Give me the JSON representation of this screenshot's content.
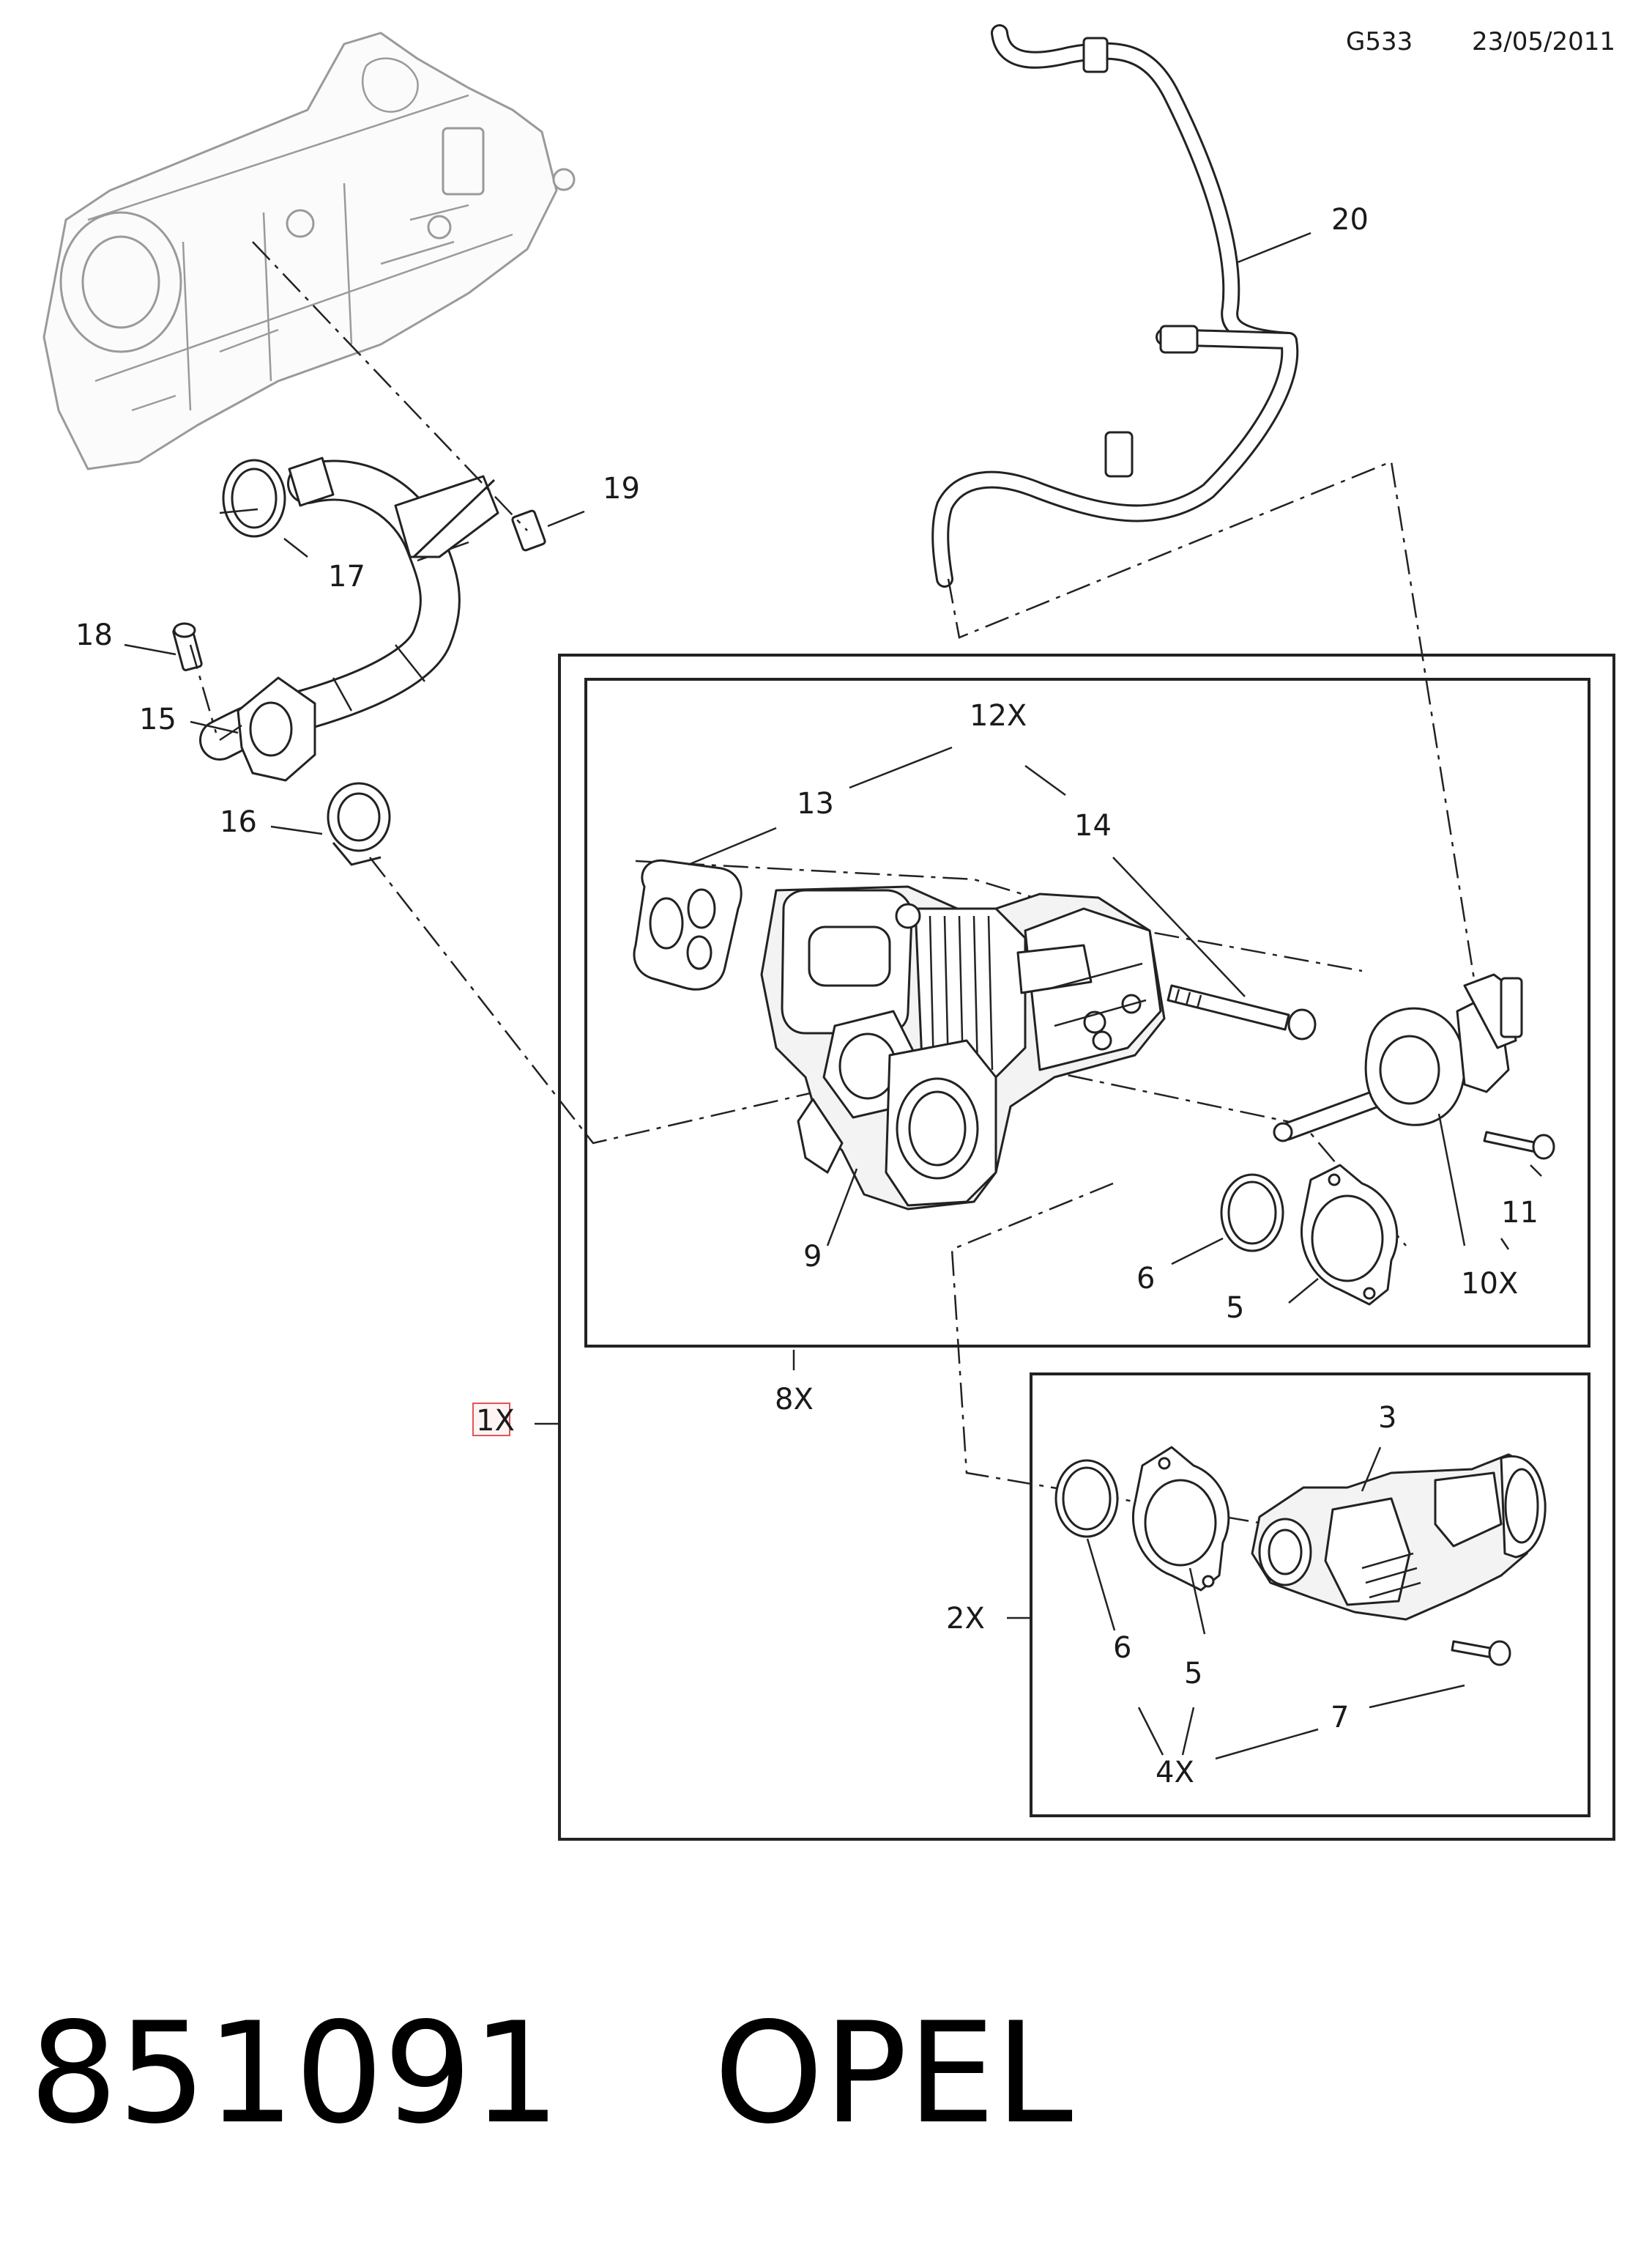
{
  "header": {
    "code": "G533",
    "date": "23/05/2011"
  },
  "callouts": {
    "c20": "20",
    "c19": "19",
    "c17": "17",
    "c18": "18",
    "c15": "15",
    "c16": "16",
    "c12x": "12X",
    "c13": "13",
    "c14": "14",
    "c9": "9",
    "c6a": "6",
    "c5a": "5",
    "c11": "11",
    "c10x": "10X",
    "c8x": "8X",
    "c1x": "1X",
    "c3": "3",
    "c2x": "2X",
    "c6b": "6",
    "c5b": "5",
    "c7": "7",
    "c4x": "4X"
  },
  "footer": {
    "part_number": "851091",
    "brand": "OPEL"
  }
}
